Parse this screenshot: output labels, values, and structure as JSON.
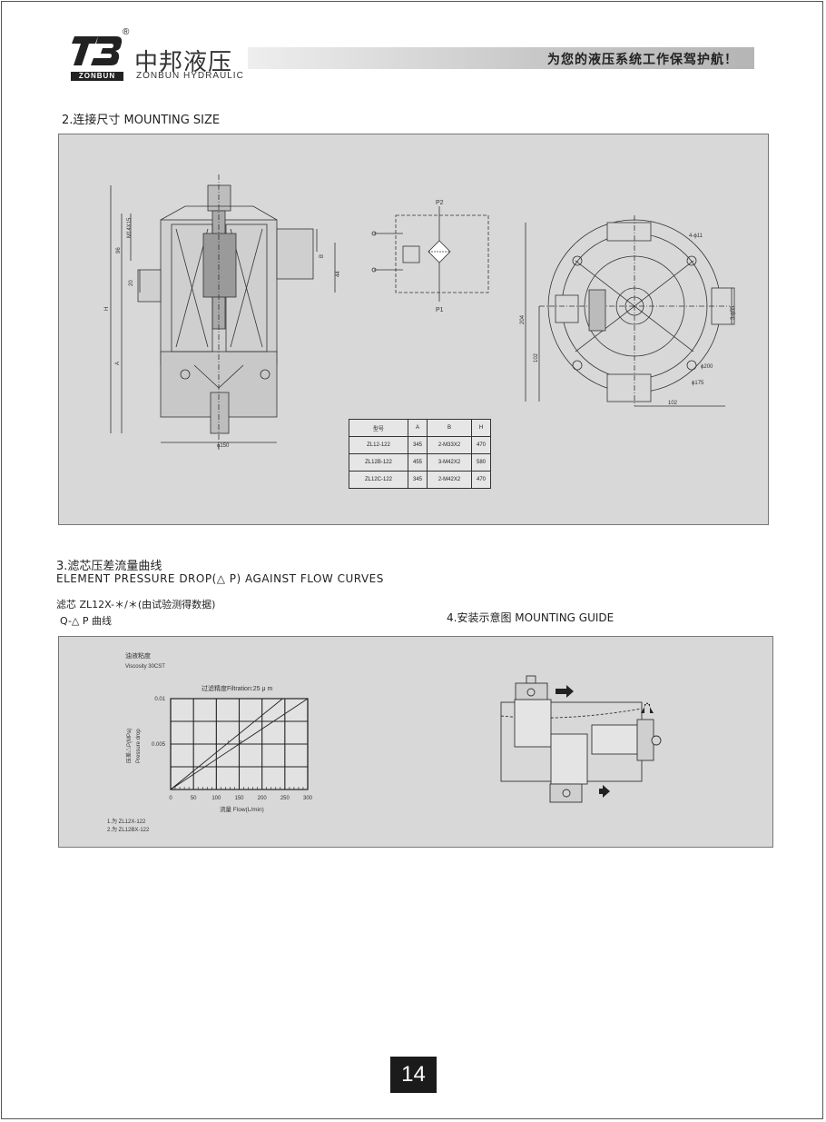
{
  "header": {
    "logo_sub": "ZONBUN",
    "registered": "®",
    "brand_cn": "中邦液压",
    "brand_en": "ZONBUN HYDRAULIC",
    "slogan": "为您的液压系统工作保驾护航！"
  },
  "sections": {
    "mounting_size": "2.连接尺寸 MOUNTING SIZE",
    "pressure_cn": "3.滤芯压差流量曲线",
    "pressure_en": "ELEMENT PRESSURE DROP(△  P) AGAINST FLOW CURVES",
    "element_note": "滤芯 ZL12X-＊/＊(由试验测得数据)",
    "qp_note": "Q-△ P    曲线",
    "mounting_guide": "4.安装示意图 MOUNTING GUIDE"
  },
  "drawing": {
    "labels": {
      "m14": "M14X15",
      "d96": "96",
      "d20": "20",
      "h": "H",
      "a": "A",
      "b": "B",
      "d44": "44",
      "phi150": "ϕ150",
      "p2": "P2",
      "p1": "P1",
      "hole": "4-ϕ11",
      "d204": "204",
      "d102v": "102",
      "d102h": "102",
      "phi55": "3-ϕ55",
      "phi200": "ϕ200",
      "phi175": "ϕ175"
    }
  },
  "spec_table": {
    "headers": [
      "型号",
      "A",
      "B",
      "H"
    ],
    "rows": [
      [
        "ZL12-122",
        "345",
        "2-M33X2",
        "470"
      ],
      [
        "ZL12B-122",
        "455",
        "3-M42X2",
        "580"
      ],
      [
        "ZL12C-122",
        "345",
        "2-M42X2",
        "470"
      ]
    ]
  },
  "chart_data": {
    "type": "line",
    "title": "过滤精度Filtration:25 μ m",
    "viscosity_label": "油液粘度",
    "viscosity_value": "Viscosity 30CST",
    "ylabel_cn": "压差△P(MPa)",
    "ylabel_en": "Pressure drop",
    "xlabel": "流量 Flow(L/min)",
    "x_ticks": [
      "0",
      "50",
      "100",
      "150",
      "200",
      "250",
      "300"
    ],
    "y_ticks": [
      "0.01",
      "0.005"
    ],
    "xlim": [
      0,
      300
    ],
    "ylim": [
      0,
      0.01
    ],
    "grid": true,
    "series": [
      {
        "name": "1",
        "x": [
          0,
          245
        ],
        "y": [
          0,
          0.01
        ]
      },
      {
        "name": "2",
        "x": [
          0,
          300
        ],
        "y": [
          0,
          0.01
        ]
      }
    ],
    "legend": [
      "1.为 ZL12X-122",
      "2.为 ZL12BX-122"
    ]
  },
  "page_number": "14"
}
